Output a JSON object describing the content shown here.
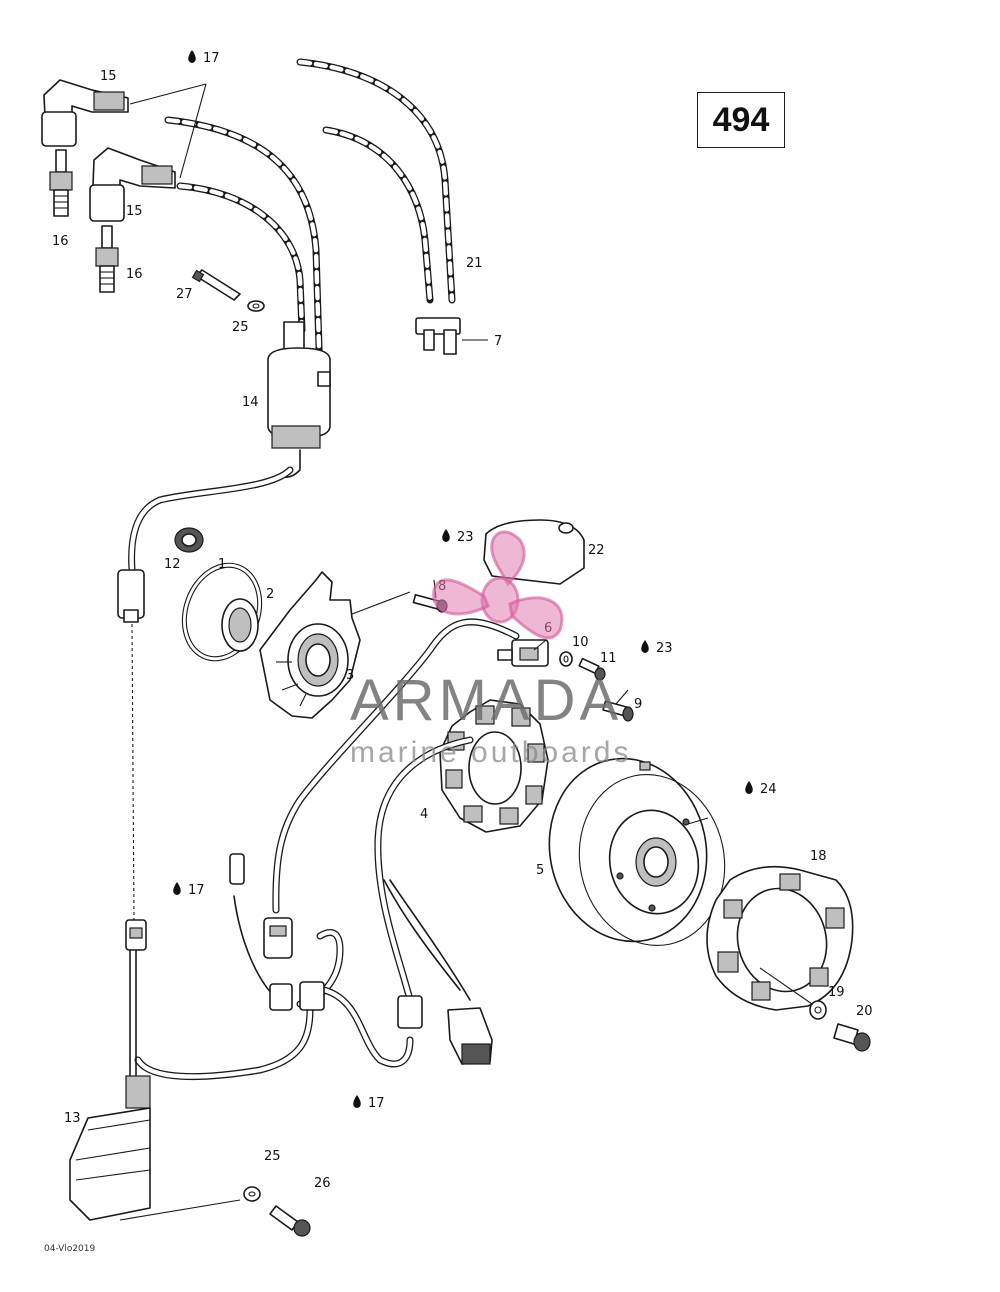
{
  "diagram_number": "494",
  "document_code": "04-Vlo2019",
  "watermark": {
    "title": "ARMADA",
    "subtitle": "marine outboards"
  },
  "callouts": [
    {
      "id": "c17a",
      "number": "17",
      "drop": true
    },
    {
      "id": "c15a",
      "number": "15",
      "drop": false
    },
    {
      "id": "c15b",
      "number": "15",
      "drop": false
    },
    {
      "id": "c16a",
      "number": "16",
      "drop": false
    },
    {
      "id": "c16b",
      "number": "16",
      "drop": false
    },
    {
      "id": "c27",
      "number": "27",
      "drop": false
    },
    {
      "id": "c25a",
      "number": "25",
      "drop": false
    },
    {
      "id": "c14",
      "number": "14",
      "drop": false
    },
    {
      "id": "c21",
      "number": "21",
      "drop": false
    },
    {
      "id": "c7",
      "number": "7",
      "drop": false
    },
    {
      "id": "c12",
      "number": "12",
      "drop": false
    },
    {
      "id": "c1",
      "number": "1",
      "drop": false
    },
    {
      "id": "c2",
      "number": "2",
      "drop": false
    },
    {
      "id": "c3",
      "number": "3",
      "drop": false
    },
    {
      "id": "c23a",
      "number": "23",
      "drop": true
    },
    {
      "id": "c8",
      "number": "8",
      "drop": false
    },
    {
      "id": "c22",
      "number": "22",
      "drop": false
    },
    {
      "id": "c6",
      "number": "6",
      "drop": false
    },
    {
      "id": "c10",
      "number": "10",
      "drop": false
    },
    {
      "id": "c11",
      "number": "11",
      "drop": false
    },
    {
      "id": "c23b",
      "number": "23",
      "drop": true
    },
    {
      "id": "c9",
      "number": "9",
      "drop": false
    },
    {
      "id": "c4",
      "number": "4",
      "drop": false
    },
    {
      "id": "c24",
      "number": "24",
      "drop": true
    },
    {
      "id": "c5",
      "number": "5",
      "drop": false
    },
    {
      "id": "c18",
      "number": "18",
      "drop": false
    },
    {
      "id": "c17b",
      "number": "17",
      "drop": true
    },
    {
      "id": "c19",
      "number": "19",
      "drop": false
    },
    {
      "id": "c20",
      "number": "20",
      "drop": false
    },
    {
      "id": "c17c",
      "number": "17",
      "drop": true
    },
    {
      "id": "c13",
      "number": "13",
      "drop": false
    },
    {
      "id": "c25b",
      "number": "25",
      "drop": false
    },
    {
      "id": "c26",
      "number": "26",
      "drop": false
    }
  ]
}
